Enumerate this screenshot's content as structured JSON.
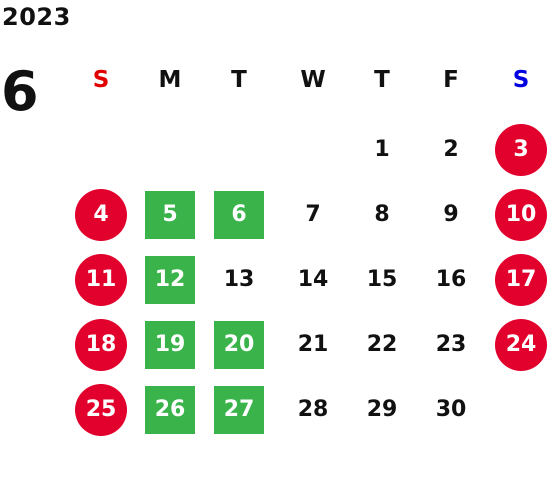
{
  "year": "2023",
  "month": "6",
  "colors": {
    "holiday": "#e2002c",
    "highlight": "#39b34a",
    "sunday_header": "#e00000",
    "saturday_header": "#0000e0",
    "text": "#111111"
  },
  "weekdays": [
    {
      "label": "S",
      "color": "#e00000"
    },
    {
      "label": "M",
      "color": "#111111"
    },
    {
      "label": "T",
      "color": "#111111"
    },
    {
      "label": "W",
      "color": "#111111"
    },
    {
      "label": "T",
      "color": "#111111"
    },
    {
      "label": "F",
      "color": "#111111"
    },
    {
      "label": "S",
      "color": "#0000e0"
    }
  ],
  "weeks": [
    [
      null,
      null,
      null,
      null,
      {
        "day": "1",
        "style": "plain"
      },
      {
        "day": "2",
        "style": "plain"
      },
      {
        "day": "3",
        "style": "holiday"
      }
    ],
    [
      {
        "day": "4",
        "style": "holiday"
      },
      {
        "day": "5",
        "style": "highlight"
      },
      {
        "day": "6",
        "style": "highlight"
      },
      {
        "day": "7",
        "style": "plain"
      },
      {
        "day": "8",
        "style": "plain"
      },
      {
        "day": "9",
        "style": "plain"
      },
      {
        "day": "10",
        "style": "holiday"
      }
    ],
    [
      {
        "day": "11",
        "style": "holiday"
      },
      {
        "day": "12",
        "style": "highlight"
      },
      {
        "day": "13",
        "style": "plain"
      },
      {
        "day": "14",
        "style": "plain"
      },
      {
        "day": "15",
        "style": "plain"
      },
      {
        "day": "16",
        "style": "plain"
      },
      {
        "day": "17",
        "style": "holiday"
      }
    ],
    [
      {
        "day": "18",
        "style": "holiday"
      },
      {
        "day": "19",
        "style": "highlight"
      },
      {
        "day": "20",
        "style": "highlight"
      },
      {
        "day": "21",
        "style": "plain"
      },
      {
        "day": "22",
        "style": "plain"
      },
      {
        "day": "23",
        "style": "plain"
      },
      {
        "day": "24",
        "style": "holiday"
      }
    ],
    [
      {
        "day": "25",
        "style": "holiday"
      },
      {
        "day": "26",
        "style": "highlight"
      },
      {
        "day": "27",
        "style": "highlight"
      },
      {
        "day": "28",
        "style": "plain"
      },
      {
        "day": "29",
        "style": "plain"
      },
      {
        "day": "30",
        "style": "plain"
      },
      null
    ]
  ]
}
